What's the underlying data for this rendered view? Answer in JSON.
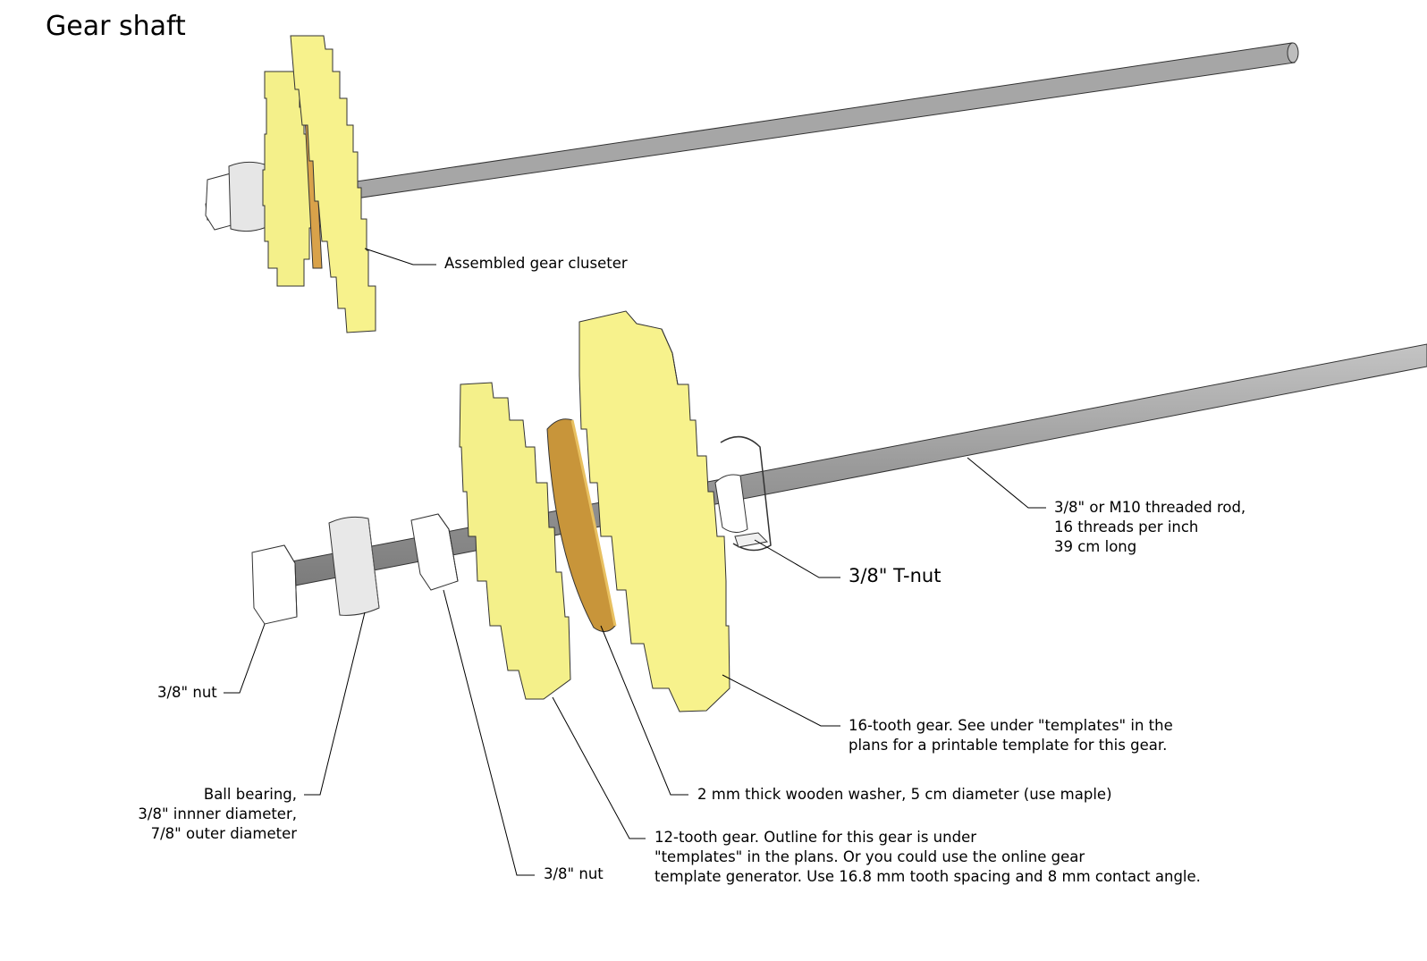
{
  "title": "Gear shaft",
  "labels": {
    "assembled": "Assembled gear cluseter",
    "rod": [
      "3/8\" or M10 threaded rod,",
      "16 threads per inch",
      "39 cm long"
    ],
    "tnut": "3/8\" T-nut",
    "gear16": [
      "16-tooth gear. See under \"templates\" in the",
      "plans for a printable template for this gear."
    ],
    "washer": "2 mm thick wooden washer, 5 cm diameter (use maple)",
    "gear12": [
      "12-tooth gear.  Outline for this gear is under",
      "\"templates\" in the plans.  Or you could use the online gear",
      "template generator.  Use 16.8 mm tooth spacing and 8 mm contact angle."
    ],
    "nut_left": "3/8\" nut",
    "bearing": [
      "Ball bearing,",
      "3/8\" innner diameter,",
      "7/8\" outer diameter"
    ],
    "nut_mid": "3/8\" nut"
  },
  "colors": {
    "rod": "#9a9a9a",
    "gear_face": "#f4f08a",
    "gear_side": "#e8e04a",
    "washer": "#c8953a",
    "nut": "#ffffff",
    "bearing": "#e8e8e8"
  }
}
